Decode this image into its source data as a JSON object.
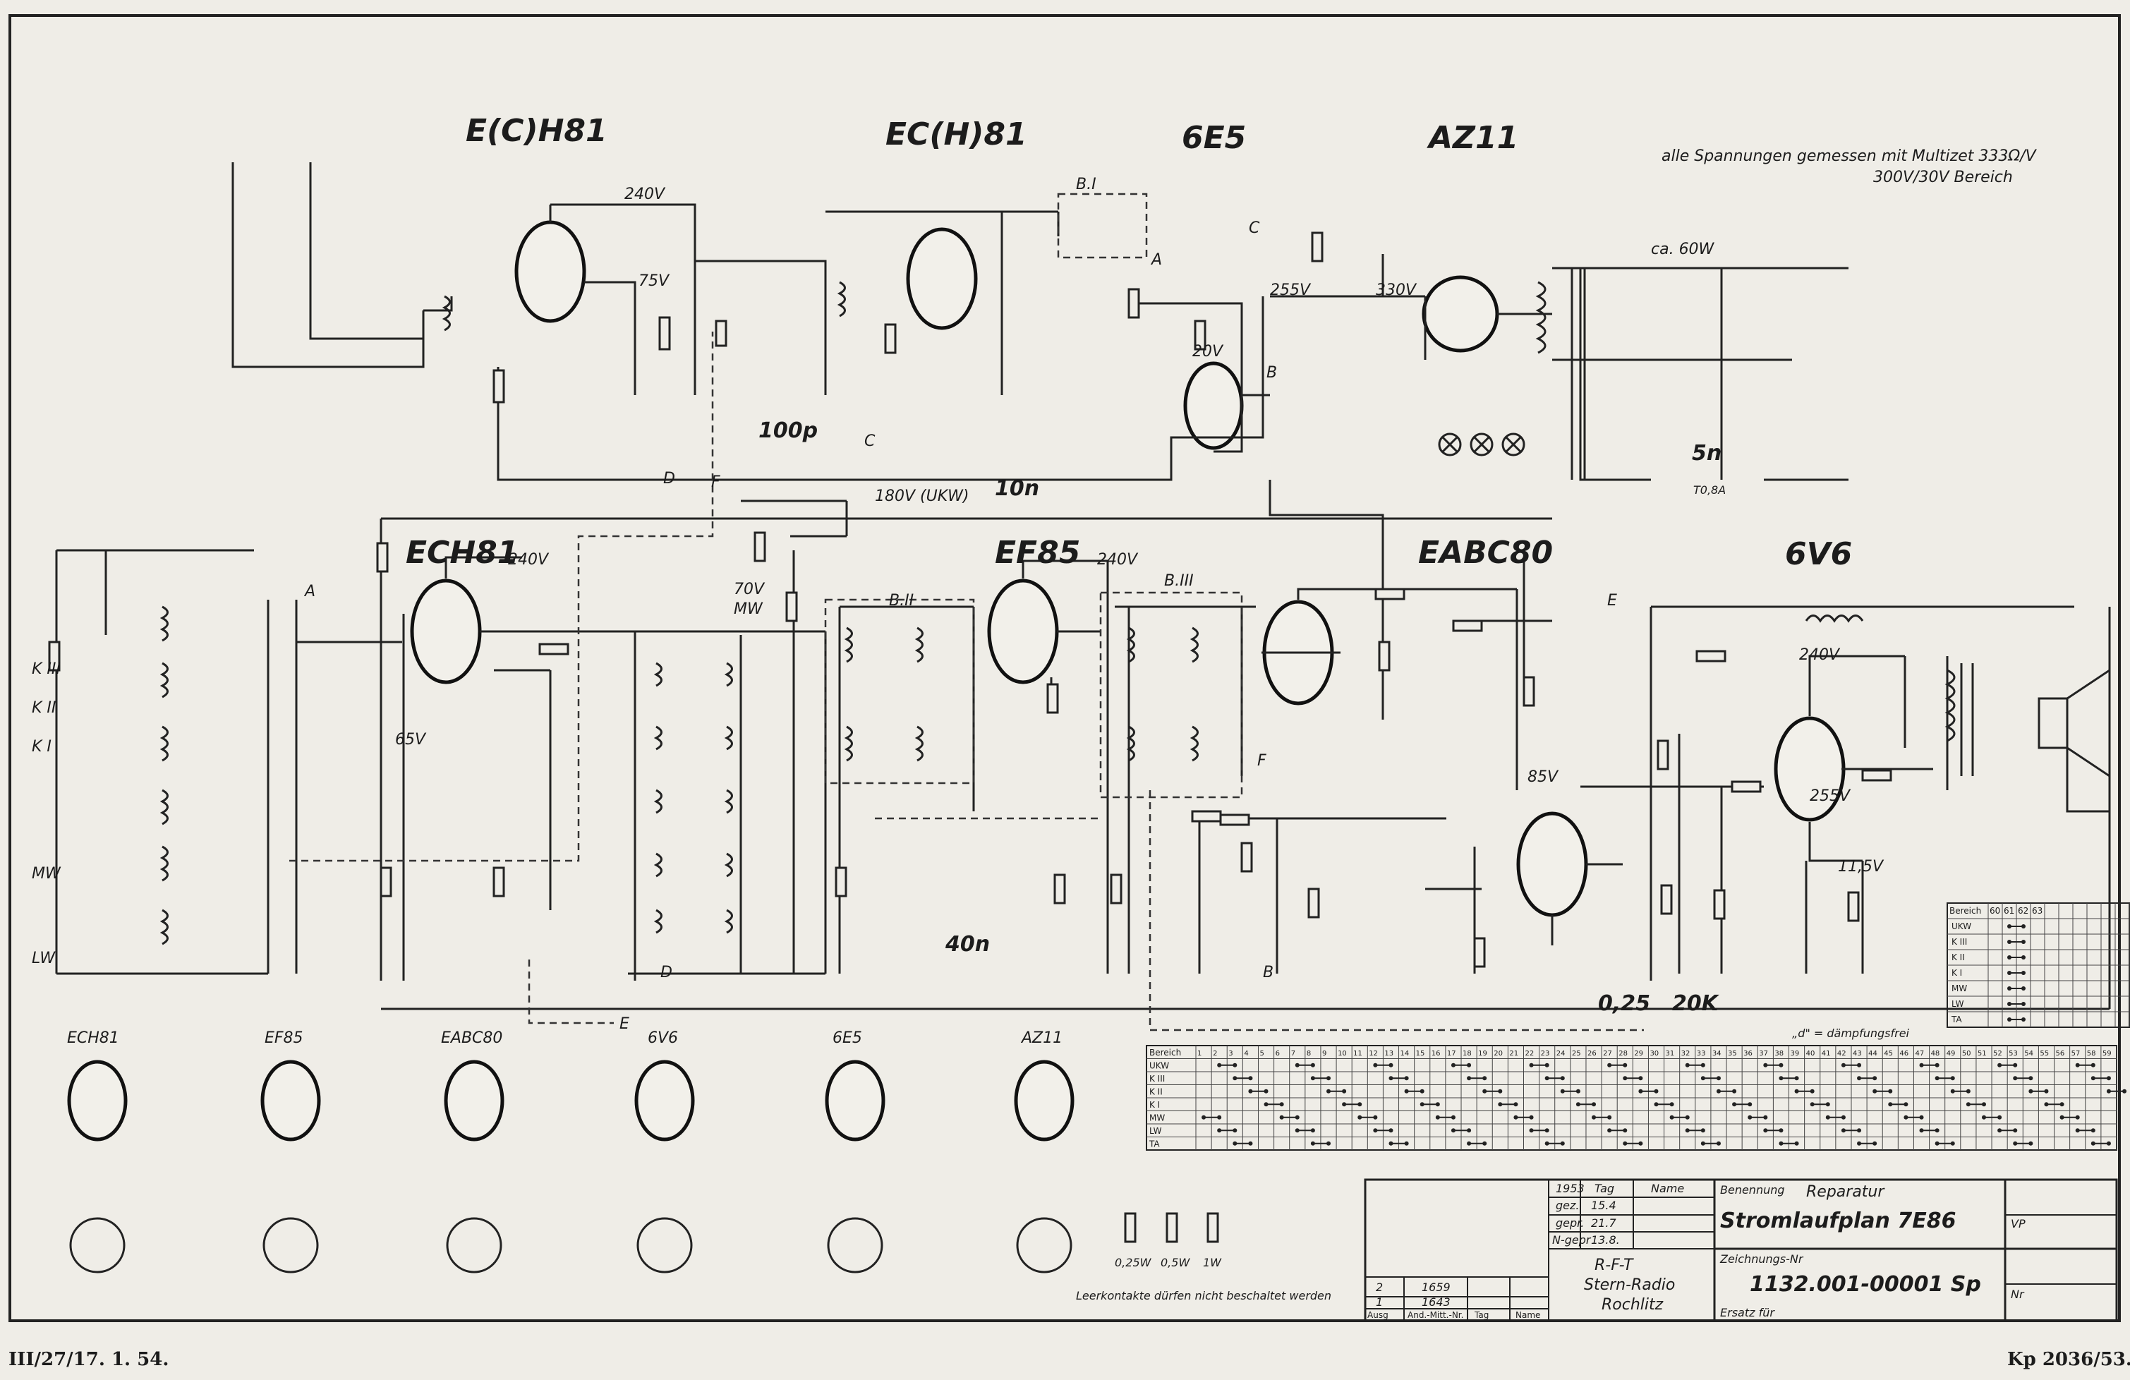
{
  "tubes": {
    "t1": "E(C)H81",
    "t2": "EC(H)81",
    "t3": "6E5",
    "t4": "AZ11",
    "t5": "ECH81",
    "t6": "EF85",
    "t7": "EABC80",
    "t8": "6V6"
  },
  "note": {
    "line1": "alle Spannungen gemessen mit Multizet 333Ω/V",
    "line2": "300V/30V Bereich"
  },
  "voltages": {
    "v240a": "240V",
    "v75": "75V",
    "v255": "255V",
    "v330": "330V",
    "v20": "20V",
    "v240b": "240V",
    "v70": "70V",
    "v180": "180V (UKW)",
    "v65": "65V",
    "v85": "85V",
    "v255b": "255V",
    "v115": "11,5V",
    "v240c": "240V",
    "ca60": "ca. 60W"
  },
  "labels": {
    "bi": "B.I",
    "bii": "B.II",
    "biii": "B.III",
    "uk": "100p",
    "c1": "C",
    "c2": "C",
    "e1": "E",
    "e2": "E",
    "f1": "F",
    "f2": "F",
    "a1": "A",
    "a2": "A",
    "b1": "B",
    "b2": "B",
    "d1": "D",
    "d2": "D",
    "mw": "MW",
    "ten_n": "10n",
    "forty_n": "40n",
    "five_n": "5n",
    "fuse": "T0,8A",
    "hw1": "0,25",
    "hw2": "20K"
  },
  "bands": [
    "Bereich",
    "UKW",
    "K III",
    "K II",
    "K I",
    "MW",
    "LW",
    "TA"
  ],
  "bands_small": [
    "UKW",
    "K III",
    "K II",
    "K I",
    "MW",
    "LW",
    "TA"
  ],
  "small_header": [
    "Bereich",
    "60",
    "61",
    "62",
    "63"
  ],
  "damping": "„d\" = dämpfungsfrei",
  "pinouts": [
    "ECH81",
    "EF85",
    "EABC80",
    "6V6",
    "6E5",
    "AZ11"
  ],
  "resistors": [
    "0,25W",
    "0,5W",
    "1W"
  ],
  "footer_note": "Leerkontakte dürfen nicht beschaltet werden",
  "title_block": {
    "year": "1953",
    "tag": "Tag",
    "name": "Name",
    "gez": "gez.",
    "gez_d": "15.4",
    "gepr": "gepr.",
    "gepr_d": "21.7",
    "ngepr": "N-gepr",
    "ngepr_d": "13.8.",
    "benennung": "Benennung",
    "reparatur": "Reparatur",
    "title": "Stromlaufplan 7E86",
    "zeichnungs_nr": "Zeichnungs-Nr",
    "number": "1132.001-00001 Sp",
    "rft": "R-F-T",
    "company": "Stern-Radio",
    "city": "Rochlitz",
    "ersatz_fur": "Ersatz für",
    "vp": "VP",
    "nr": "Nr",
    "rev2": "2",
    "rev2_val": "1659",
    "rev1": "1",
    "rev1_val": "1643",
    "ausg": "Ausg",
    "and_mitt": "And.-Mitt.-Nr.",
    "tag2": "Tag",
    "name2": "Name"
  },
  "corner_left": "III/27/17. 1. 54.",
  "corner_right": "Kp 2036/53."
}
